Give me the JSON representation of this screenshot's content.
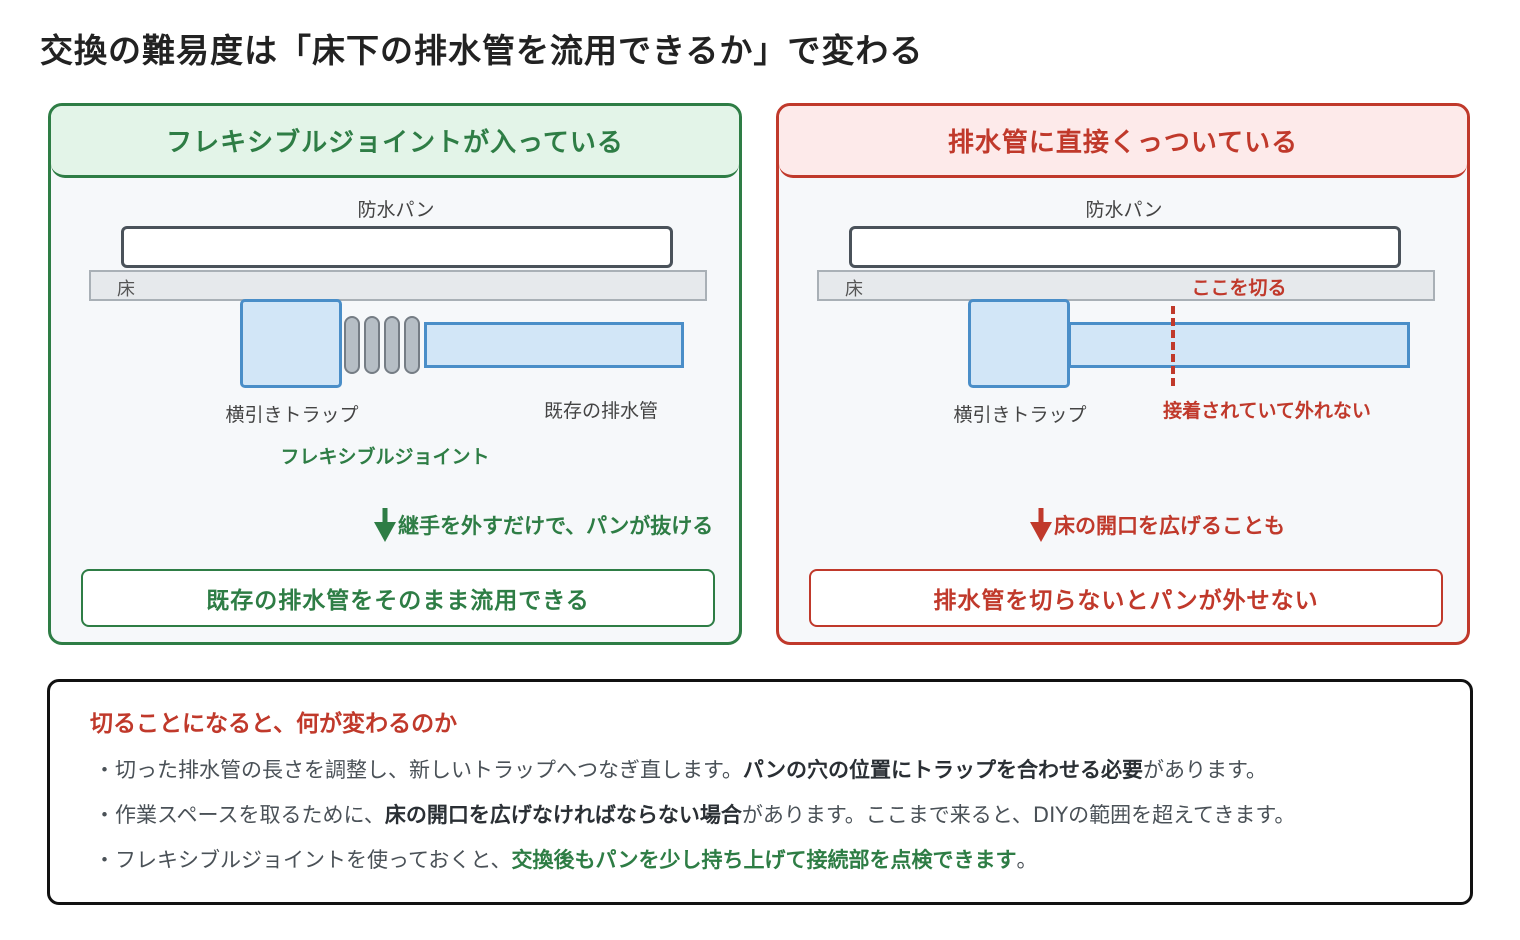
{
  "title": "交換の難易度は「床下の排水管を流用できるか」で変わる",
  "colors": {
    "green": "#2e7d45",
    "red": "#c0392b",
    "pipe_fill": "#d2e6f7",
    "pipe_stroke": "#4a8ec8"
  },
  "left_panel": {
    "header": "フレキシブルジョイントが入っている",
    "pan_label": "防水パン",
    "floor_label": "床",
    "trap_label": "横引きトラップ",
    "pipe_label": "既存の排水管",
    "joint_label": "フレキシブルジョイント",
    "arrow_text": "継手を外すだけで、パンが抜ける",
    "result": "既存の排水管をそのまま流用できる"
  },
  "right_panel": {
    "header": "排水管に直接くっついている",
    "pan_label": "防水パン",
    "floor_label": "床",
    "cut_label": "ここを切る",
    "trap_label": "横引きトラップ",
    "glued_label": "接着されていて外れない",
    "arrow_text": "床の開口を広げることも",
    "result": "排水管を切らないとパンが外せない"
  },
  "note": {
    "title": "切ることになると、何が変わるのか",
    "lines": [
      {
        "pre": "・切った排水管の長さを調整し、新しいトラップへつなぎ直します。",
        "bold": "パンの穴の位置にトラップを合わせる必要",
        "post": "があります。"
      },
      {
        "pre": "・作業スペースを取るために、",
        "bold": "床の開口を広げなければならない場合",
        "post": "があります。ここまで来ると、DIYの範囲を超えてきます。"
      },
      {
        "pre": "・フレキシブルジョイントを使っておくと、",
        "bold": "交換後もパンを少し持ち上げて接続部を点検できます",
        "post": "。"
      }
    ]
  }
}
